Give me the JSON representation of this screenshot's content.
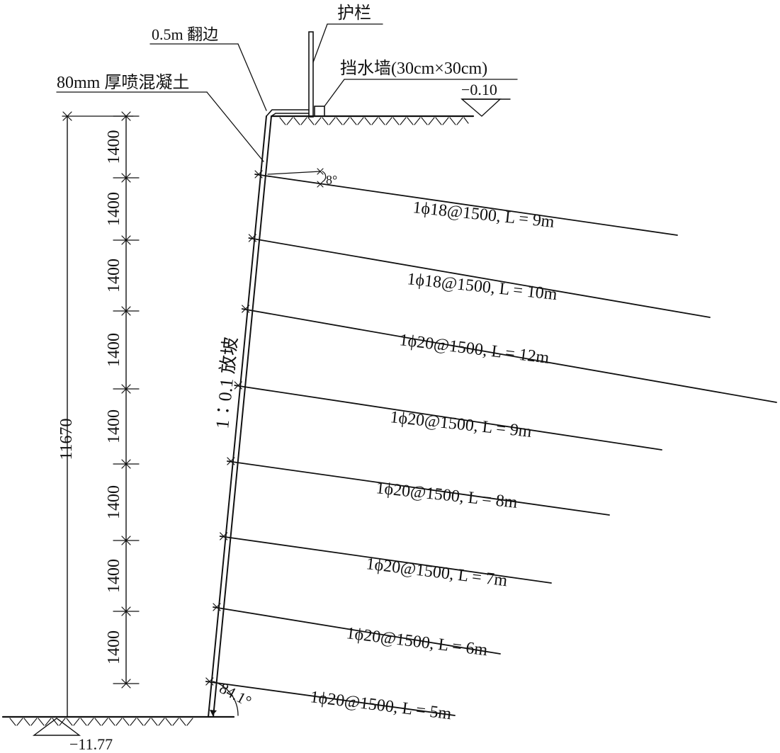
{
  "labels": {
    "railing": "护栏",
    "flange": "0.5m 翻边",
    "retaining_wall": "挡水墙(30cm×30cm)",
    "shotcrete": "80mm 厚喷混凝土",
    "slope_ratio": "1∶0.1 放坡",
    "top_elevation": "−0.10",
    "bottom_elevation": "−11.77",
    "angle": "84.1°",
    "nail_angle": "8°",
    "total_height": "11670"
  },
  "spacings": [
    "1400",
    "1400",
    "1400",
    "1400",
    "1400",
    "1400",
    "1400",
    "1400"
  ],
  "nails": [
    {
      "spec": "1ϕ18@1500, L = 9m"
    },
    {
      "spec": "1ϕ18@1500, L = 10m"
    },
    {
      "spec": "1ϕ20@1500, L = 12m"
    },
    {
      "spec": "1ϕ20@1500, L = 9m"
    },
    {
      "spec": "1ϕ20@1500, L = 8m"
    },
    {
      "spec": "1ϕ20@1500, L = 7m"
    },
    {
      "spec": "1ϕ20@1500, L = 6m"
    },
    {
      "spec": "1ϕ20@1500, L = 5m"
    }
  ]
}
